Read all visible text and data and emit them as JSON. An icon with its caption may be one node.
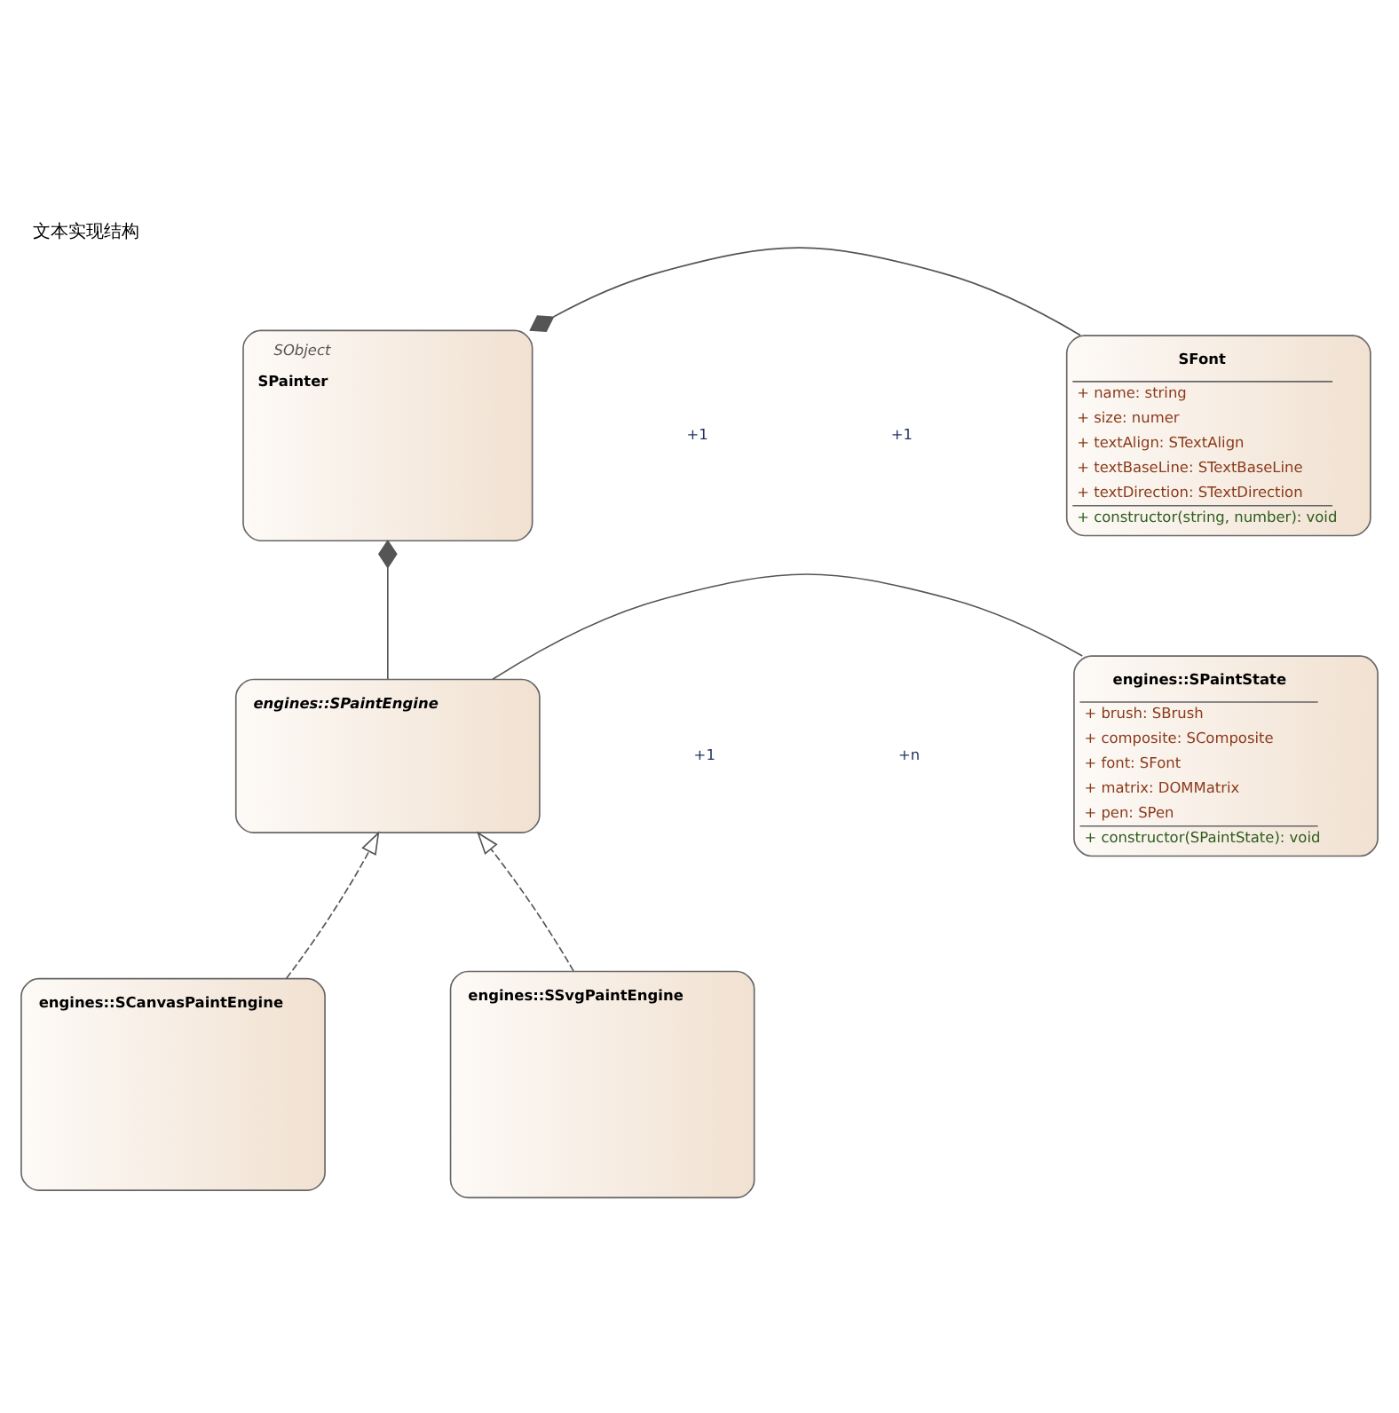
{
  "diagram": {
    "title": "文本实现结构",
    "nodes": [
      {
        "text": [
          "SObject",
          "SPainter"
        ]
      },
      {
        "text": [
          "SFont",
          "+ name: string",
          "+ size: numer",
          "+ textAlign: STextAlign",
          "+ textBaseLine: STextBaseLine",
          "+ textDirection: STextDirection",
          "+ constructor(string, number): void"
        ]
      },
      {
        "text": [
          "engines::SPaintEngine"
        ]
      },
      {
        "text": [
          "engines::SPaintState",
          "+ brush: SBrush",
          "+ composite: SComposite",
          "+ font: SFont",
          "+ matrix: DOMMatrix",
          "+ pen: SPen",
          "+ constructor(SPaintState): void"
        ]
      },
      {
        "text": [
          "engines::SCanvasPaintEngine"
        ]
      },
      {
        "text": [
          "engines::SSvgPaintEngine"
        ]
      }
    ],
    "edges": [
      {
        "from": 0,
        "to": 1,
        "arrow": "other"
      },
      {
        "from": 0,
        "to": 2,
        "arrow": "other"
      },
      {
        "from": 2,
        "to": 3,
        "arrow": "none"
      },
      {
        "from": 4,
        "to": 2,
        "arrow": "to",
        "style": "dashed"
      },
      {
        "from": 5,
        "to": 2,
        "arrow": "to",
        "style": "dashed"
      }
    ],
    "labels": [
      "+1",
      "+1",
      "+1",
      "+n"
    ]
  }
}
